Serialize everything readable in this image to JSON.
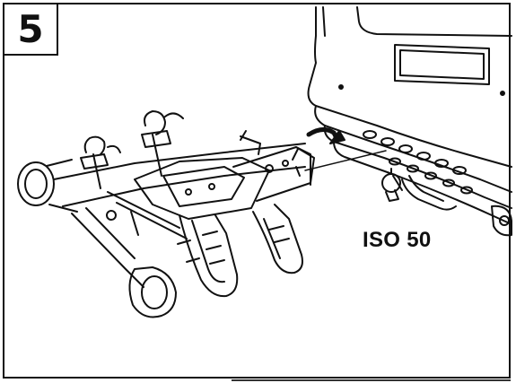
{
  "step": {
    "number": "5"
  },
  "labels": {
    "hitch_standard": "ISO 50"
  },
  "illustration": {
    "subject": "bike-carrier-mounting-onto-tow-ball",
    "icons": [
      "bike-carrier-icon",
      "mount-arrow-icon",
      "tow-ball-icon",
      "vehicle-rear-icon"
    ]
  }
}
